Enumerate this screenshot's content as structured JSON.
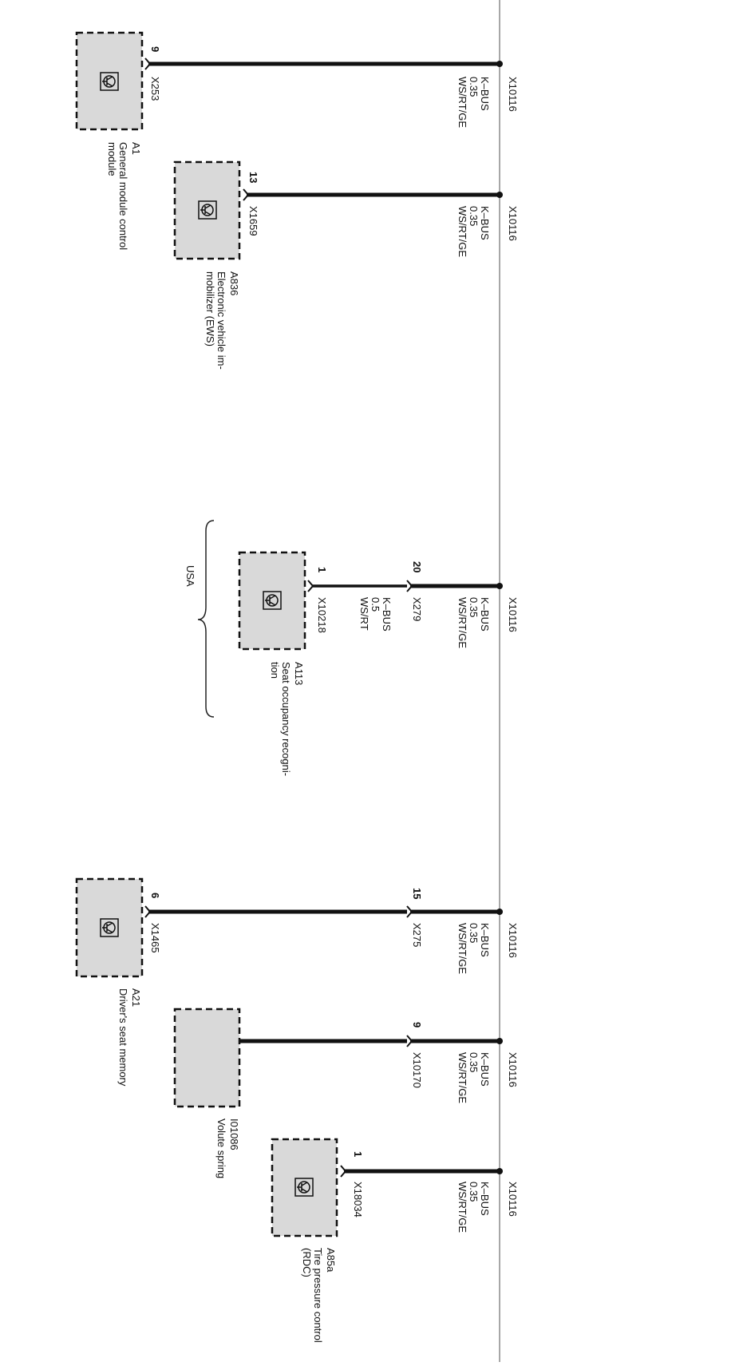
{
  "bus": {
    "connector": "X10116",
    "label": "K–BUS",
    "gauge": "0.35",
    "color": "WS/RT/GE"
  },
  "branches": [
    {
      "pin": "9",
      "connector": "X253",
      "module": {
        "id": "A1",
        "name": [
          "General module control",
          "module"
        ]
      }
    },
    {
      "pin": "13",
      "connector": "X1659",
      "module": {
        "id": "A836",
        "name": [
          "Electronic vehicle im-",
          "mobilizer (EWS)"
        ]
      }
    },
    {
      "pin": "20",
      "connector": "X279",
      "sub": {
        "label": "K–BUS",
        "gauge": "0.5",
        "color": "WS/RT",
        "pin": "1",
        "connector": "X10218"
      },
      "module": {
        "id": "A113",
        "name": [
          "Seat occupancy recogni-",
          "tion"
        ]
      },
      "group": "USA"
    },
    {
      "pin": "15",
      "connector": "X275",
      "sub": {
        "pin": "6",
        "connector": "X1465"
      },
      "module": {
        "id": "A21",
        "name": [
          "Driver's seat memory"
        ]
      }
    },
    {
      "pin": "9",
      "connector": "X10170",
      "module": {
        "id": "I01086",
        "name": [
          "Volute spring"
        ]
      }
    },
    {
      "pin": "1",
      "connector": "X18034",
      "module": {
        "id": "A85a",
        "name": [
          "Tire pressure control",
          "(RDC)"
        ]
      }
    }
  ],
  "icons": {
    "module": "transistor-icon"
  }
}
